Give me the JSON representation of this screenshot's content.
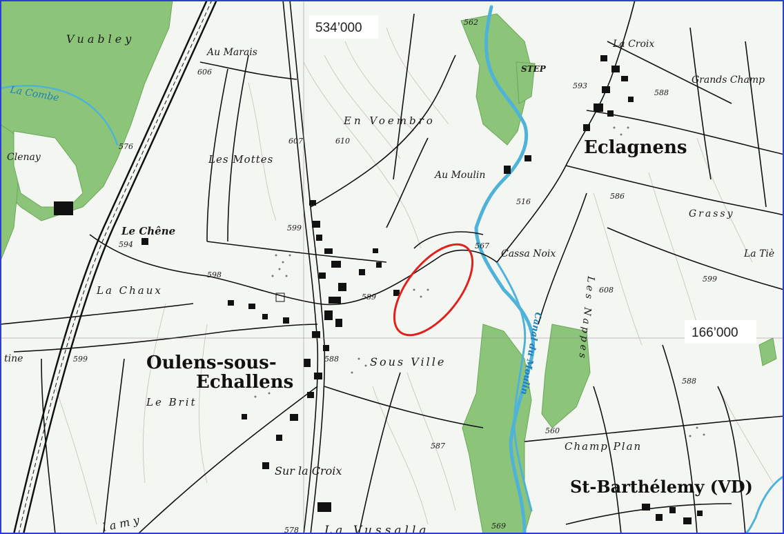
{
  "colors": {
    "paper": "#f4f6f2",
    "forest": "#8cc479",
    "forest_edge": "#6aa85a",
    "water": "#4fb3d9",
    "road": "#111111",
    "highlight": "#e0201c",
    "frame": "#2b3ed1"
  },
  "coordinates": {
    "easting": "534’000",
    "northing": "166’000"
  },
  "places": {
    "oulens": "Oulens-sous-",
    "echallens": "Echallens",
    "eclagnens": "Eclagnens",
    "st_barthelemy": "St-Barthélemy (VD)"
  },
  "localities": {
    "vuabley": "Vuabley",
    "au_marais": "Au Marais",
    "la_combe": "La Combe",
    "clenay": "Clenay",
    "les_mottes": "Les Mottes",
    "en_voembro": "En Voembro",
    "le_chene": "Le Chêne",
    "la_chaux": "La Chaux",
    "au_moulin": "Au Moulin",
    "step": "STEP",
    "la_croix": "La Croix",
    "grands_champs": "Grands Champ",
    "grassy": "Grassy",
    "la_tie": "La Tiè",
    "cassa_noix": "Cassa Noix",
    "les_nappes": "Les Nappes",
    "sous_ville": "Sous Ville",
    "le_brit": "Le Brit",
    "sur_la_croix": "Sur la Croix",
    "champ_plan": "Champ Plan",
    "la_vussalla": "La Vussalla",
    "canal_du_moulin": "Canal du Moulin",
    "tine": "tine",
    "lamy": "lamy"
  },
  "altitudes": {
    "a562": "562",
    "a606": "606",
    "a607": "607",
    "a610": "610",
    "a576": "576",
    "a599": "599",
    "a594": "594",
    "a598": "598",
    "a589": "589",
    "a588": "588",
    "a567": "567",
    "a593": "593",
    "a516": "516",
    "a586": "586",
    "a588b": "588",
    "a599b": "599",
    "a608": "608",
    "a560": "560",
    "a587": "587",
    "a578": "578",
    "a569": "569",
    "a599c": "599",
    "a588c": "588"
  }
}
